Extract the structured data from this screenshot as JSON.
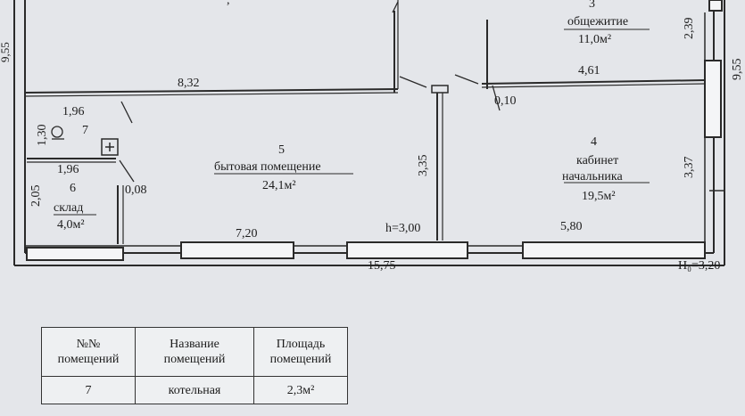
{
  "plan": {
    "top_right_dim": "2,39",
    "left_edge_dim": "9,55",
    "right_edge_dim": "9,55",
    "room3": {
      "number": "3",
      "name": "общежитие",
      "area": "11,0м²"
    },
    "room3_width": "4,61",
    "wall_thickness": "0,10",
    "top_wall_length": "8,32",
    "room7": {
      "width": "1,96",
      "height": "1,30",
      "number": "7"
    },
    "room6": {
      "width": "1,96",
      "number": "6",
      "name": "склад",
      "area": "4,0м²",
      "height": "2,05"
    },
    "door_gap": "0,08",
    "room5": {
      "number": "5",
      "name": "бытовая помещение",
      "area": "24,1м²"
    },
    "corridor_dim": "3,35",
    "room4": {
      "number": "4",
      "name1": "кабинет",
      "name2": "начальника",
      "area": "19,5м²",
      "depth": "3,37"
    },
    "bottom_dim_left": "7,20",
    "ceiling_h": "h=3,00",
    "bottom_dim_right": "5,80",
    "total_length": "15,75",
    "total_height": "H₀=3,20"
  },
  "table": {
    "headers": [
      [
        "№№",
        "помещений"
      ],
      [
        "Название",
        "помещений"
      ],
      [
        "Площадь",
        "помещений"
      ]
    ],
    "rows": [
      {
        "no": "7",
        "name": "котельная",
        "area": "2,3м²"
      }
    ]
  }
}
